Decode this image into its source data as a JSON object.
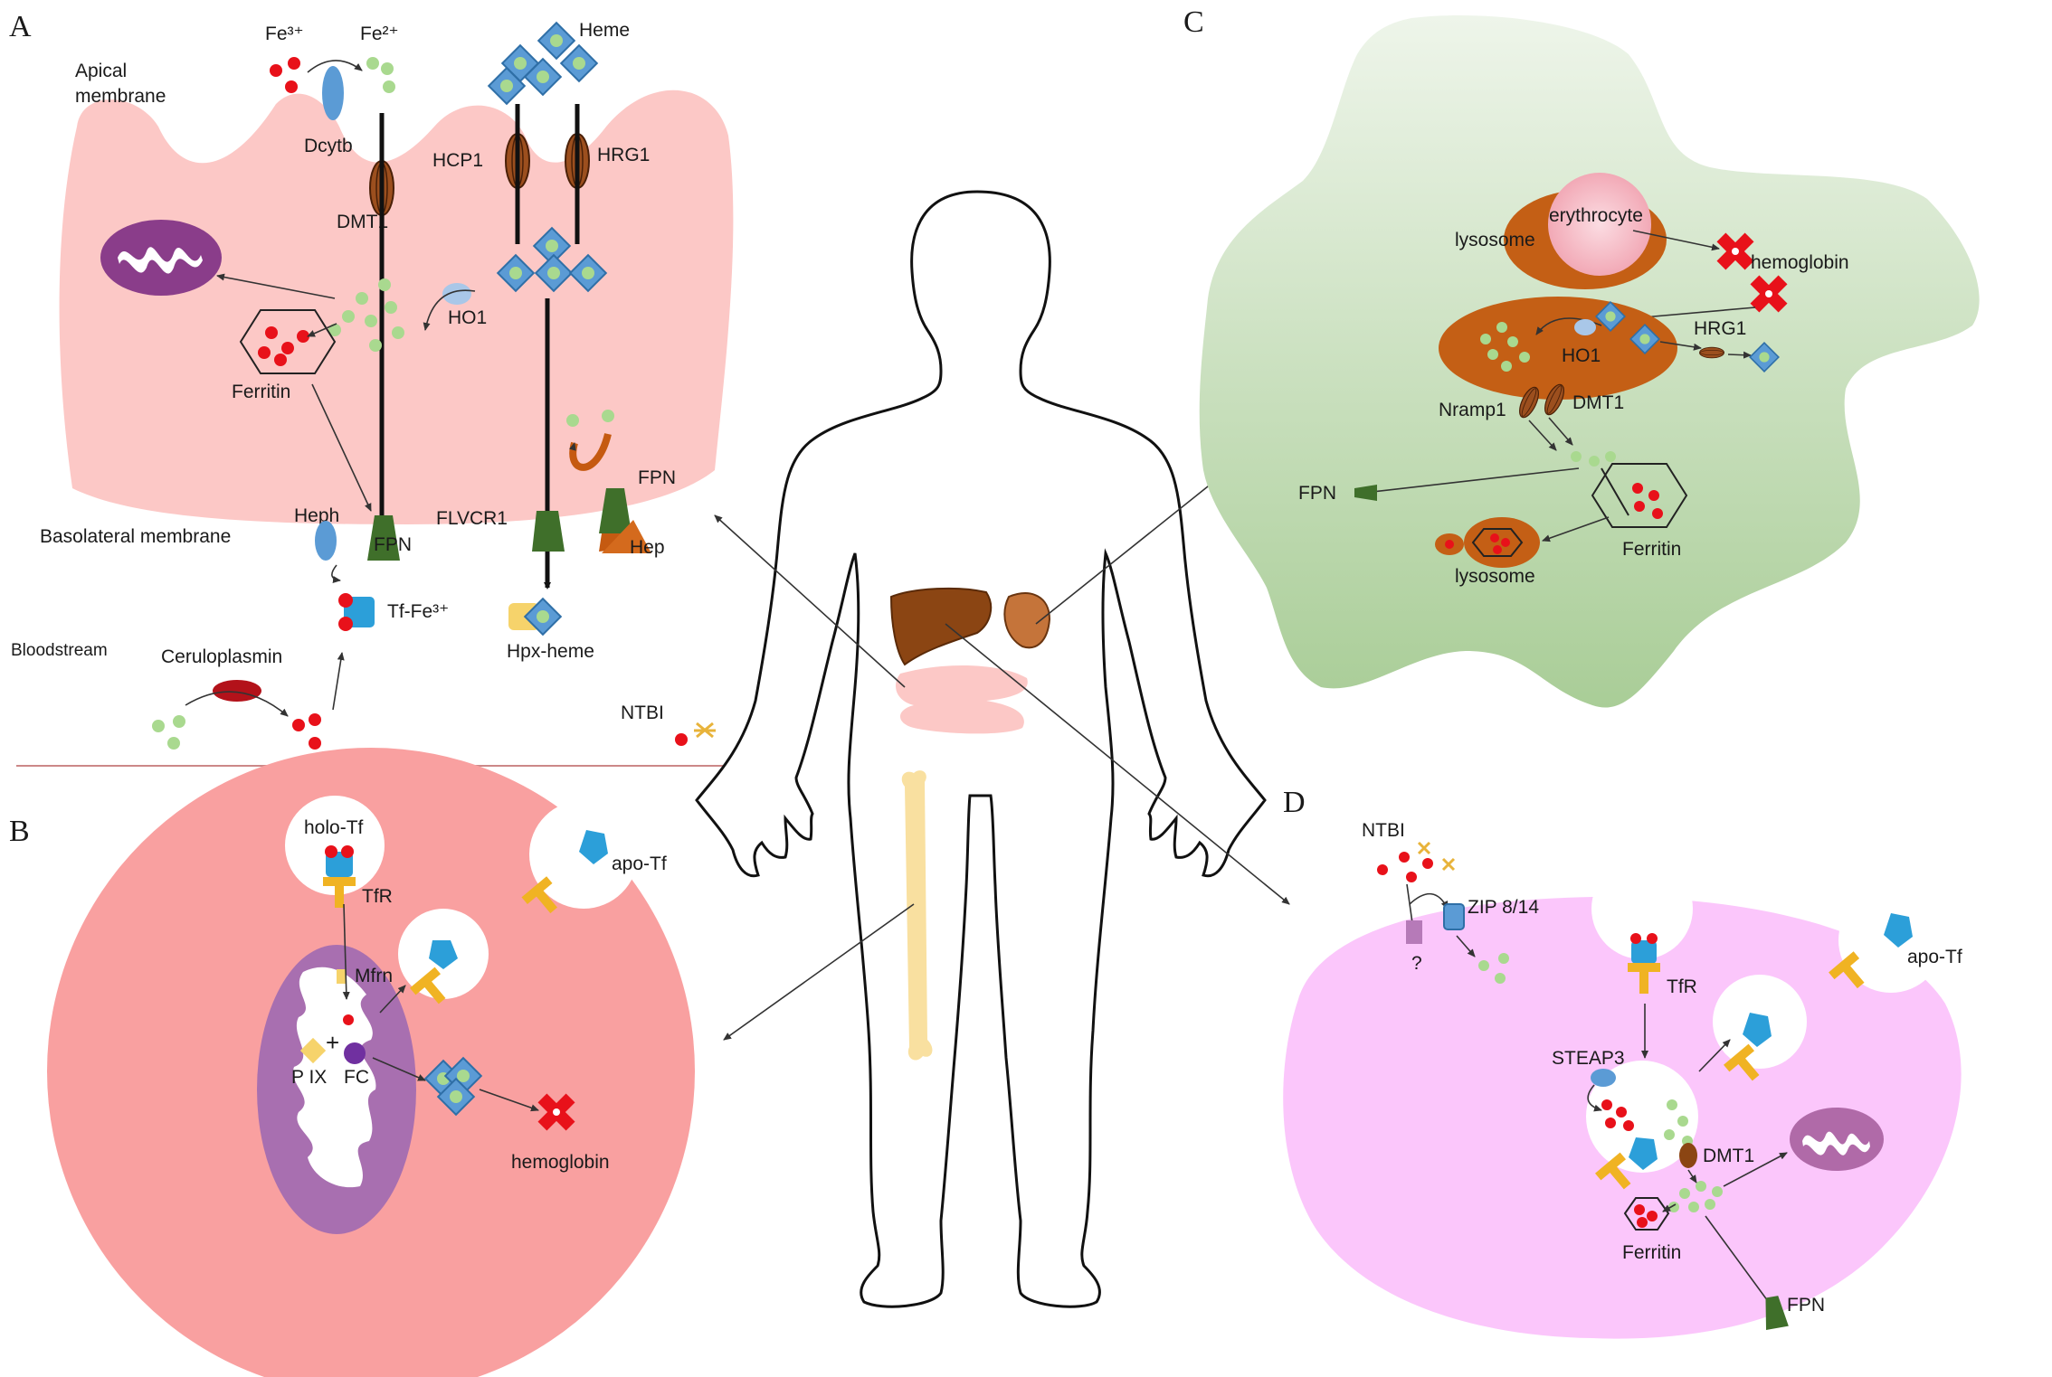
{
  "panels": {
    "a": {
      "letter": "A",
      "labels": {
        "fe3": "Fe³⁺",
        "fe2": "Fe²⁺",
        "heme": "Heme",
        "apical": "Apical",
        "membrane": "membrane",
        "dcytb": "Dcytb",
        "dmt1": "DMT1",
        "hcp1": "HCP1",
        "hrg1": "HRG1",
        "ho1": "HO1",
        "ferritin": "Ferritin",
        "fpn_top": "FPN",
        "heph": "Heph",
        "fpn": "FPN",
        "flvcr1": "FLVCR1",
        "hep": "Hep",
        "basolateral": "Basolateral membrane",
        "tf_fe3": "Tf-Fe³⁺",
        "bloodstream": "Bloodstream",
        "ceruloplasmin": "Ceruloplasmin",
        "hpx_heme": "Hpx-heme",
        "ntbi": "NTBI"
      }
    },
    "b": {
      "letter": "B",
      "labels": {
        "holo_tf": "holo-Tf",
        "apo_tf": "apo-Tf",
        "tfr": "TfR",
        "mfrn": "Mfrn",
        "plus": "+",
        "pix": "P IX",
        "fc": "FC",
        "hemoglobin": "hemoglobin"
      }
    },
    "c": {
      "letter": "C",
      "labels": {
        "erythrocyte": "erythrocyte",
        "lysosome_top": "lysosome",
        "hemoglobin": "hemoglobin",
        "hrg1": "HRG1",
        "ho1": "HO1",
        "nramp1": "Nramp1",
        "dmt1": "DMT1",
        "fpn": "FPN",
        "ferritin": "Ferritin",
        "lysosome_bottom": "lysosome"
      }
    },
    "d": {
      "letter": "D",
      "labels": {
        "ntbi": "NTBI",
        "zip": "ZIP 8/14",
        "question": "?",
        "tfr": "TfR",
        "apo_tf": "apo-Tf",
        "steap3": "STEAP3",
        "dmt1": "DMT1",
        "ferritin": "Ferritin",
        "fpn": "FPN"
      }
    }
  },
  "colors": {
    "enterocyte": "#fcc8c6",
    "erythroblast": "#f9a0a0",
    "macrophage": "#c8dfbe",
    "hepatocyte": "#fbc6fb",
    "fe3": "#e8111a",
    "fe2": "#a9d98f",
    "heme": "#5b9bd5",
    "transporter": "#9c4f1e",
    "fpn": "#3f6f2a",
    "tf": "#2c9fd9",
    "tfr": "#f0b323",
    "mito": "#9a4f9a"
  }
}
